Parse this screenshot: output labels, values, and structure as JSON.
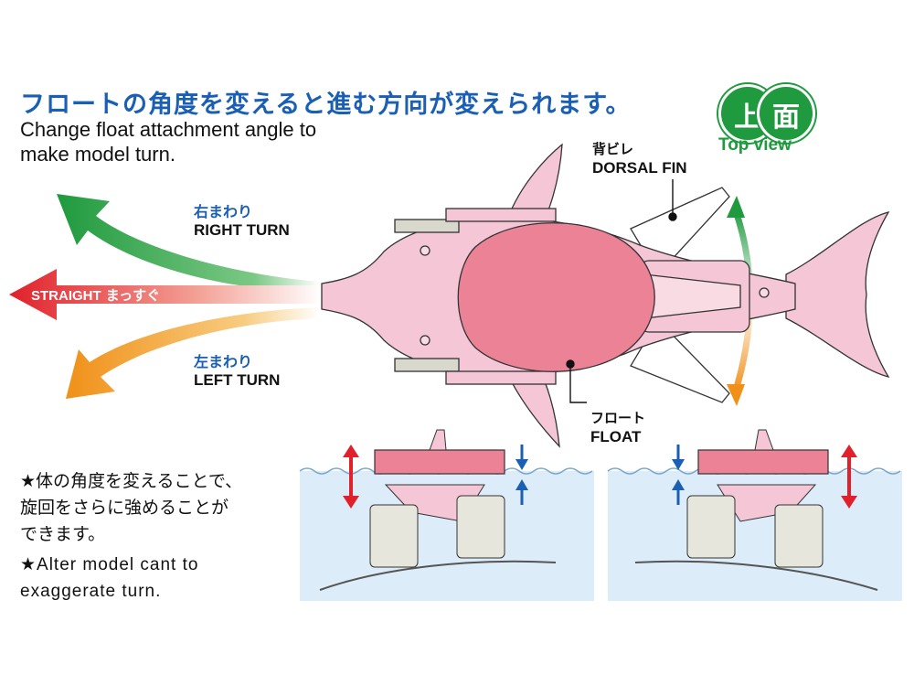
{
  "title": {
    "jp": "フロートの角度を変えると進む方向が変えられます。",
    "en_line1": "Change float attachment angle to",
    "en_line2": "make model turn."
  },
  "badge": {
    "char1": "上",
    "char2": "面",
    "en": "Top view"
  },
  "directions": {
    "right": {
      "jp": "右まわり",
      "en": "RIGHT TURN"
    },
    "straight": {
      "en": "STRAIGHT",
      "jp": "まっすぐ"
    },
    "left": {
      "jp": "左まわり",
      "en": "LEFT TURN"
    }
  },
  "callouts": {
    "dorsal": {
      "jp": "背ビレ",
      "en": "DORSAL FIN"
    },
    "float": {
      "jp": "フロート",
      "en": "FLOAT"
    }
  },
  "note": {
    "jp_line1": "★体の角度を変えることで、",
    "jp_line2": "旋回をさらに強めることが",
    "jp_line3": "できます。",
    "en_line1": "★Alter model cant to",
    "en_line2": "exaggerate turn."
  },
  "colors": {
    "title_blue": "#1a5fb4",
    "green": "#1f9a3e",
    "red": "#e0202a",
    "orange": "#f0a020",
    "dolphin_pink": "#f4c6d6",
    "float_pink": "#ec8296",
    "water": "#dcecf8"
  }
}
